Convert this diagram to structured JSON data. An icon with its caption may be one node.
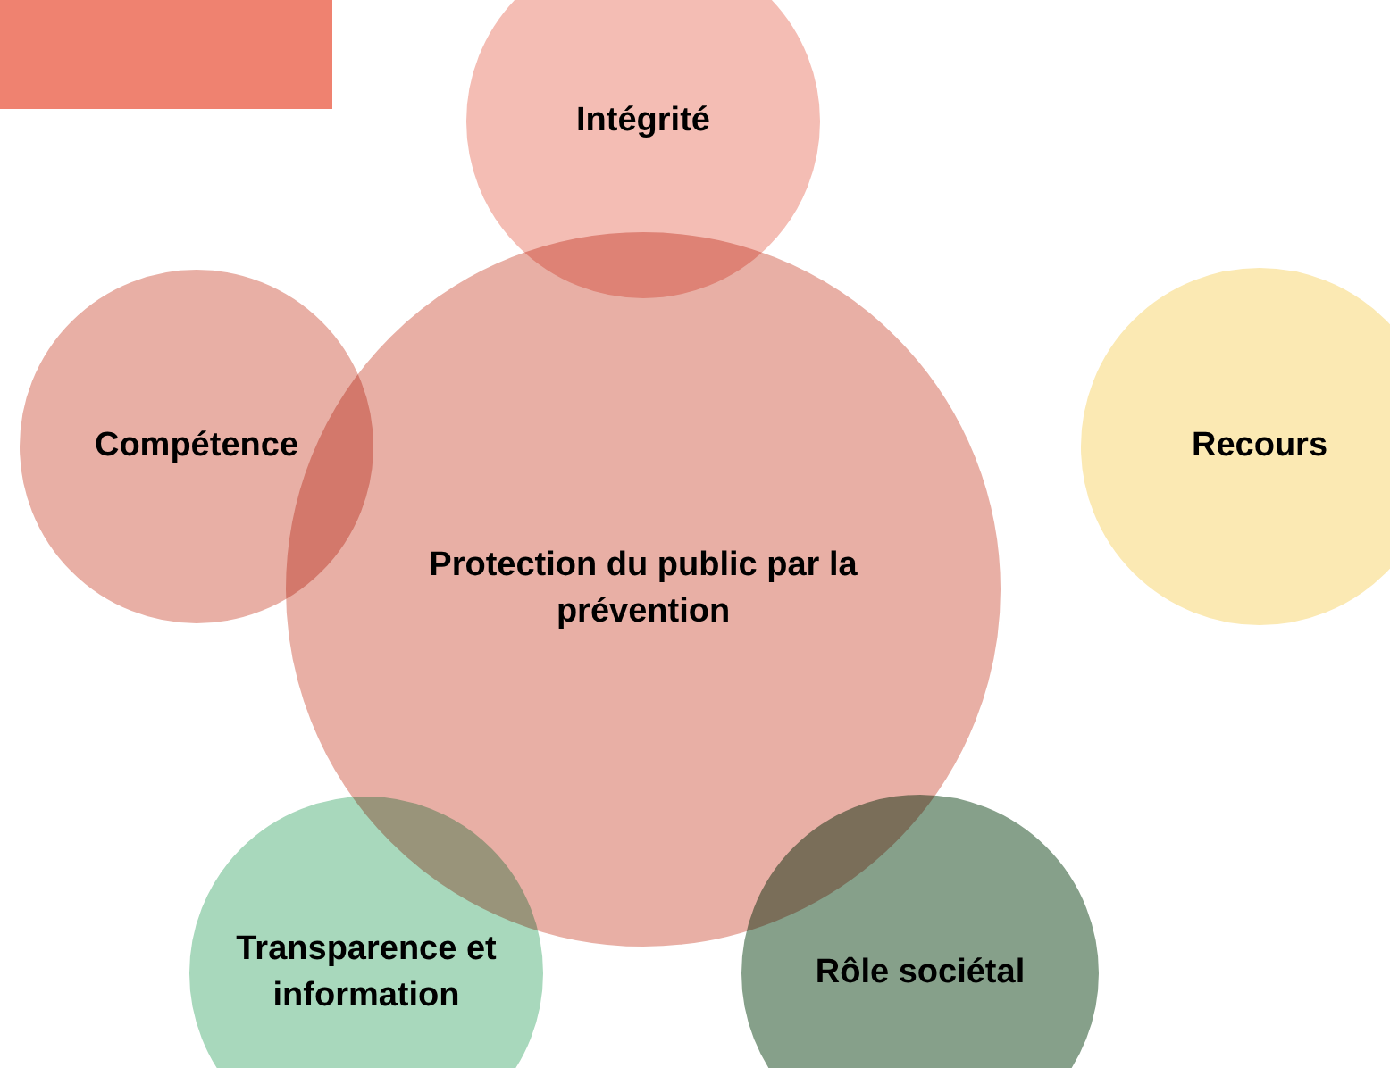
{
  "diagram": {
    "nodes": [
      {
        "text": [
          "Intégrité"
        ]
      },
      {
        "text": [
          "Compétence"
        ]
      },
      {
        "text": [
          "Protection du public par la prévention"
        ]
      },
      {
        "text": [
          "Recours"
        ]
      },
      {
        "text": [
          "Transparence et information"
        ]
      },
      {
        "text": [
          "Rôle sociétal"
        ]
      }
    ]
  }
}
